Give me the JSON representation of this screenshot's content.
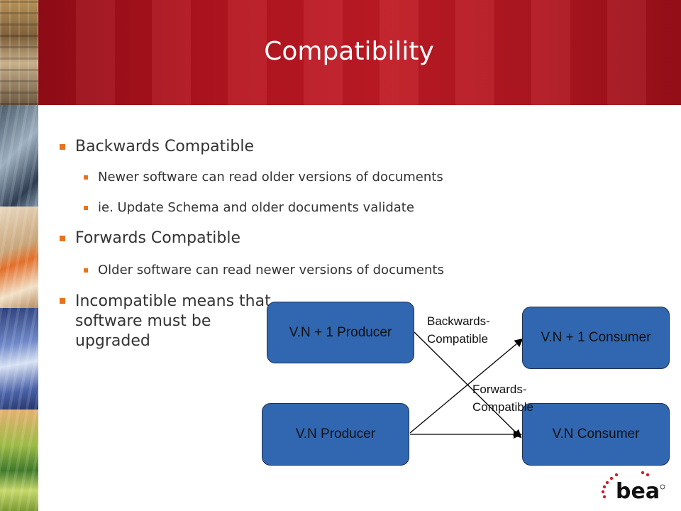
{
  "slide": {
    "title": "Compatibility",
    "bullets": [
      {
        "level": 1,
        "text": "Backwards Compatible"
      },
      {
        "level": 2,
        "text": "Newer software can read older versions of documents"
      },
      {
        "level": 2,
        "text": "ie. Update Schema and older documents validate"
      },
      {
        "level": 1,
        "text": "Forwards Compatible"
      },
      {
        "level": 2,
        "text": "Older software can read newer versions of documents"
      },
      {
        "level": 1,
        "text": "Incompatible means that software must be upgraded"
      }
    ]
  },
  "diagram": {
    "boxes": {
      "producer_new": "V.N + 1 Producer",
      "consumer_new": "V.N + 1 Consumer",
      "producer_old": "V.N Producer",
      "consumer_old": "V.N Consumer"
    },
    "labels": {
      "backwards_line1": "Backwards-",
      "backwards_line2": "Compatible",
      "forwards_line1": "Forwards-",
      "forwards_line2": "Compatible"
    }
  },
  "colors": {
    "header_red": "#b3141f",
    "box_fill": "#3166b0",
    "bullet_orange": "#e6731e",
    "logo_red": "#cc1f2a"
  },
  "logo": {
    "text": "bea"
  }
}
